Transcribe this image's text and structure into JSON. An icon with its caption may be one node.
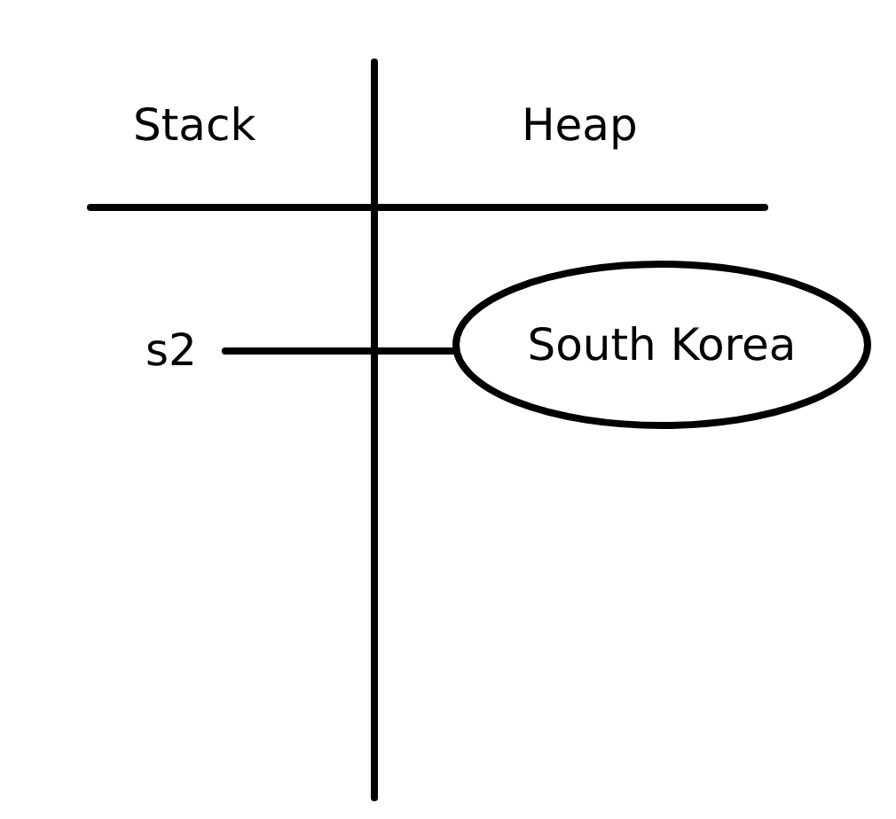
{
  "diagram": {
    "nodes": [
      {
        "text": [
          "s2"
        ]
      },
      {
        "text": [
          "South Korea"
        ]
      }
    ],
    "edges": [
      {
        "from": 0,
        "to": 1,
        "arrow": "none"
      }
    ],
    "labels": [
      "Stack",
      "Heap"
    ]
  }
}
